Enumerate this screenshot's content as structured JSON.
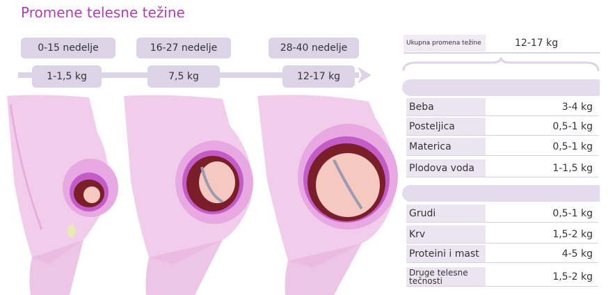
{
  "title": "Promene telesne težine",
  "stages": [
    {
      "weeks": "0-15 nedelje",
      "weight": "1-1,5 kg"
    },
    {
      "weeks": "16-27 nedelje",
      "weight": "7,5 kg"
    },
    {
      "weeks": "28-40 nedelje",
      "weight": "12-17 kg"
    }
  ],
  "total": {
    "label": "Ukupna promena težine",
    "value": "12-17 kg"
  },
  "baby_section": [
    {
      "label": "Beba",
      "value": "3-4 kg"
    },
    {
      "label": "Posteljica",
      "value": "0,5-1 kg"
    },
    {
      "label": "Materica",
      "value": "0,5-1 kg"
    },
    {
      "label": "Plodova voda",
      "value": "1-1,5 kg"
    }
  ],
  "mother_section": [
    {
      "label": "Grudi",
      "value": "0,5-1 kg"
    },
    {
      "label": "Krv",
      "value": "1,5-2 kg"
    },
    {
      "label": "Proteini i mast",
      "value": "4-5 kg"
    },
    {
      "label": "Druge telesne tečnosti",
      "value": "1,5-2 kg"
    }
  ],
  "colors": {
    "accent": "#b33bb8",
    "pill": "#ddd3e7",
    "body": "#f2cdeb",
    "uterus": "#c45cc8"
  }
}
